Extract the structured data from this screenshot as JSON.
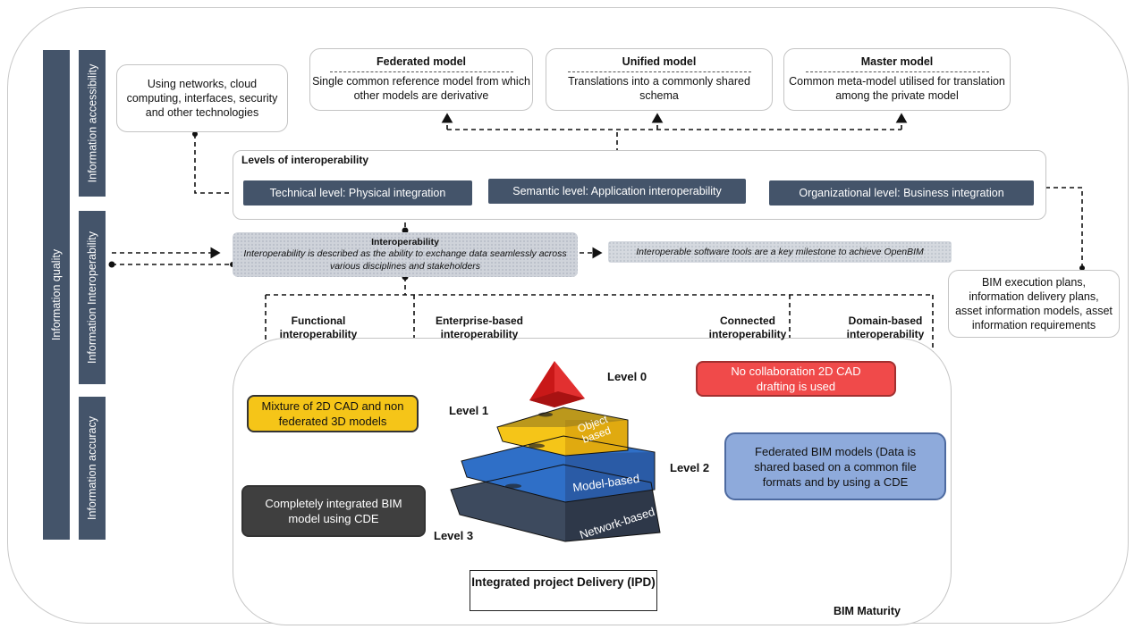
{
  "side_bars": {
    "quality": "Information quality",
    "accessibility": "Information accessibility",
    "interoperability": "Information Interoperability",
    "accuracy": "Information accuracy"
  },
  "networks_note": "Using networks, cloud computing, interfaces, security and other technologies",
  "models": [
    {
      "title": "Federated model",
      "desc": "Single common reference model from which other models are derivative"
    },
    {
      "title": "Unified model",
      "desc": "Translations into a commonly shared schema"
    },
    {
      "title": "Master model",
      "desc": "Common meta-model utilised for translation among the private model"
    }
  ],
  "levels": {
    "title": "Levels of interoperability",
    "technical": "Technical level: Physical integration",
    "semantic": "Semantic level: Application interoperability",
    "organizational": "Organizational level: Business integration"
  },
  "interoperability": {
    "title": "Interoperability",
    "desc": "Interoperability is described as the ability to exchange data seamlessly across various disciplines and stakeholders"
  },
  "milestone": "Interoperable software tools are a key milestone to achieve OpenBIM",
  "bim_docs": "BIM execution plans, information delivery plans, asset information models, asset information requirements",
  "types": {
    "functional": "Functional interoperability",
    "enterprise": "Enterprise-based interoperability",
    "connected": "Connected interoperability",
    "domain": "Domain-based interoperability"
  },
  "notes": {
    "mixture": "Mixture of 2D CAD and non federated 3D models",
    "integrated": "Completely integrated BIM model using CDE",
    "no_collab": "No collaboration 2D CAD drafting is used",
    "federated": "Federated BIM models (Data is shared based on a common file formats and by using a CDE"
  },
  "pyramid": {
    "level0": "Level 0",
    "level1": "Level 1",
    "level2": "Level 2",
    "level3": "Level 3",
    "object": "Object based",
    "model": "Model-based",
    "network": "Network-based"
  },
  "ipd": "Integrated project Delivery (IPD)",
  "bim_maturity": "BIM Maturity",
  "colors": {
    "dark_slate": "#44546a",
    "yellow": "#f5c518",
    "red": "#f04a4a",
    "light_blue": "#8eaadb",
    "dark_grey": "#3f3f3f"
  }
}
